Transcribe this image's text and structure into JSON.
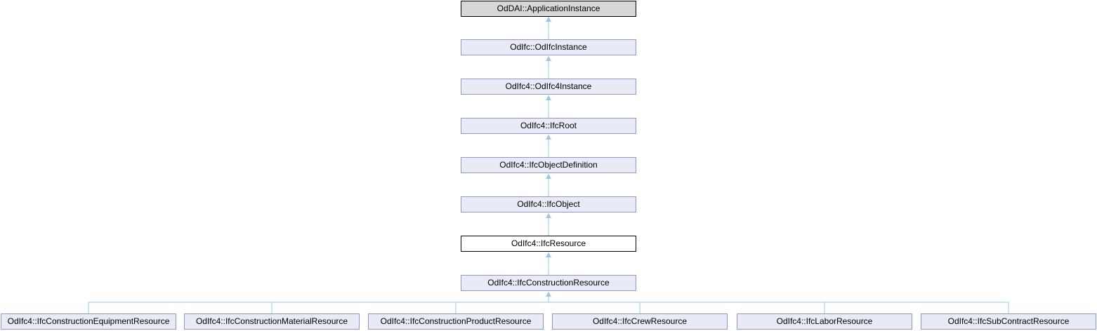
{
  "diagram": {
    "kind": "class-inheritance-graph",
    "current_class": "OdIfc4::IfcResource",
    "colors": {
      "background": "#ffffff",
      "node_fill": "#e8eaf6",
      "node_border": "#8c99c6",
      "root_node_fill": "#d7d7d7",
      "root_node_border": "#000000",
      "current_node_fill": "#ffffff",
      "current_node_border": "#000000",
      "edge": "#9cc7dc",
      "text": "#000000"
    },
    "chain": [
      {
        "label": "OdDAI::ApplicationInstance",
        "role": "root"
      },
      {
        "label": "OdIfc::OdIfcInstance",
        "role": "ancestor"
      },
      {
        "label": "OdIfc4::OdIfc4Instance",
        "role": "ancestor"
      },
      {
        "label": "OdIfc4::IfcRoot",
        "role": "ancestor"
      },
      {
        "label": "OdIfc4::IfcObjectDefinition",
        "role": "ancestor"
      },
      {
        "label": "OdIfc4::IfcObject",
        "role": "ancestor"
      },
      {
        "label": "OdIfc4::IfcResource",
        "role": "current"
      },
      {
        "label": "OdIfc4::IfcConstructionResource",
        "role": "descendant"
      }
    ],
    "children": [
      {
        "label": "OdIfc4::IfcConstructionEquipmentResource"
      },
      {
        "label": "OdIfc4::IfcConstructionMaterialResource"
      },
      {
        "label": "OdIfc4::IfcConstructionProductResource"
      },
      {
        "label": "OdIfc4::IfcCrewResource"
      },
      {
        "label": "OdIfc4::IfcLaborResource"
      },
      {
        "label": "OdIfc4::IfcSubContractResource"
      }
    ]
  }
}
